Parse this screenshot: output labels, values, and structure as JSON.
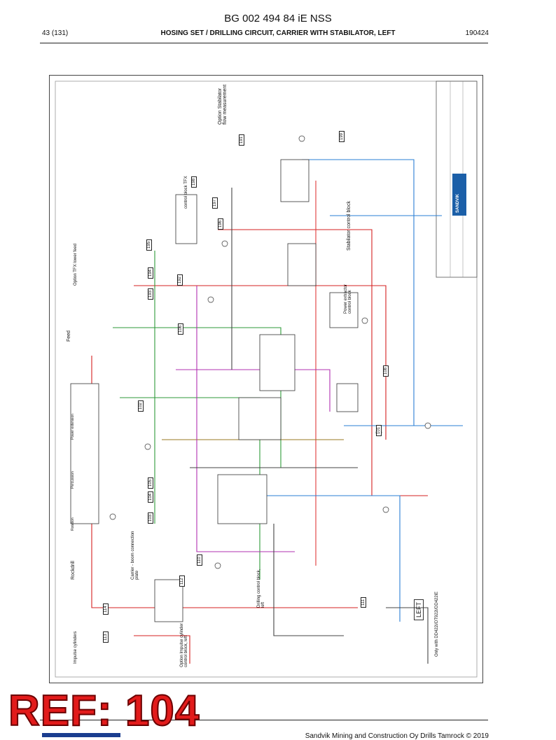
{
  "header": {
    "doc_number": "BG 002 494 84 iE NSS",
    "page": "43 (131)",
    "title": "HOSING SET / DRILLING CIRCUIT, CARRIER WITH STABILATOR, LEFT",
    "date": "190424"
  },
  "drawing": {
    "labels": {
      "stabilator_flow": "Option Stabilator flow measurement",
      "tfx_control": "control block TFX",
      "stabilator_control": "Stabilator control block",
      "power_extractor": "Power extractor control block",
      "tfx_lower_feed": "Option TFX lower feed",
      "feed": "Feed",
      "power_extension": "Power extension",
      "percussion": "Percussion",
      "rotation": "Rotation",
      "rockdrill": "Rockdrill",
      "carrier_boom": "Carrier - boom connection plate",
      "impulse_cylinders": "Impulse cylinders",
      "impulse_block": "Option Impulse cylinder control block, left",
      "drilling_control": "Drilling control block, left",
      "left": "LEFT",
      "only_with": "Only with DD422i/DT922i/DD422iE",
      "sandvik": "SANDVIK"
    },
    "callouts": [
      "199",
      "197",
      "196",
      "198",
      "195",
      "194",
      "193",
      "192",
      "191",
      "108",
      "106",
      "105",
      "104",
      "103",
      "102",
      "101",
      "110",
      "111",
      "112",
      "113",
      "114"
    ]
  },
  "stamp": {
    "text": "REF: 104"
  },
  "footer": {
    "text": "Sandvik Mining and Construction Oy Drills Tamrock © 2019"
  }
}
